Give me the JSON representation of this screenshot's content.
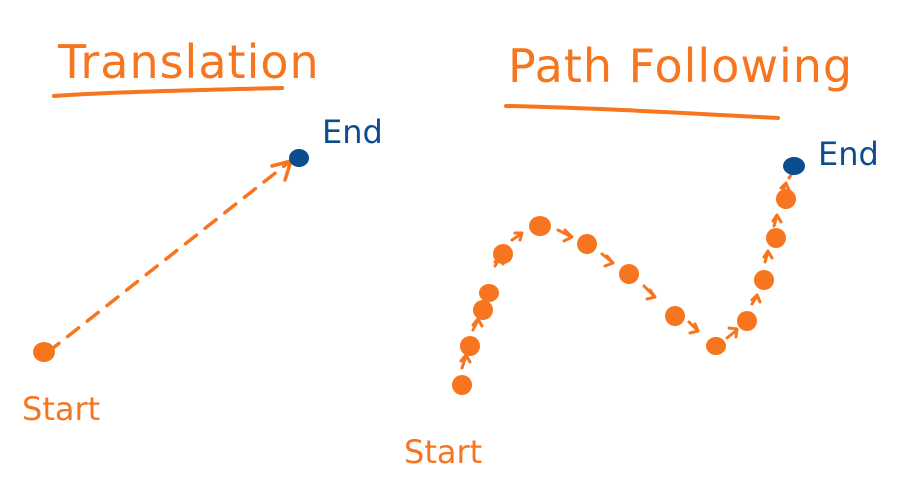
{
  "colors": {
    "orange": "#F7751E",
    "blue": "#0B4D8F",
    "background": "#FFFFFF"
  },
  "translation": {
    "title": "Translation",
    "start_label": "Start",
    "end_label": "End"
  },
  "path_following": {
    "title": "Path Following",
    "start_label": "Start",
    "end_label": "End"
  }
}
